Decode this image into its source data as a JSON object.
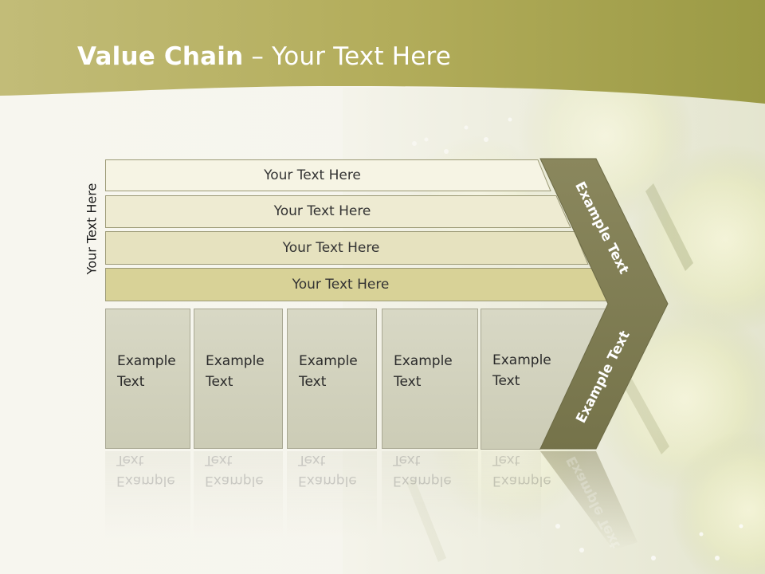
{
  "title": {
    "bold": "Value Chain",
    "rest": " – Your Text Here"
  },
  "side_label": "Your Text Here",
  "rows": [
    {
      "label": "Your Text Here",
      "color": "#f6f4e4"
    },
    {
      "label": "Your Text Here",
      "color": "#eeebd2"
    },
    {
      "label": "Your Text Here",
      "color": "#e6e2bf"
    },
    {
      "label": "Your Text Here",
      "color": "#d8d297"
    }
  ],
  "cells": [
    {
      "label": "Example\nText"
    },
    {
      "label": "Example\nText"
    },
    {
      "label": "Example\nText"
    },
    {
      "label": "Example\nText"
    },
    {
      "label": "Example\nText"
    }
  ],
  "chevron": {
    "upper": "Example Text",
    "lower": "Example Text",
    "color": "#7f7d55"
  },
  "colors": {
    "header": "#b0aa55",
    "cell": "#d2d2bd",
    "border": "#a9a893"
  }
}
